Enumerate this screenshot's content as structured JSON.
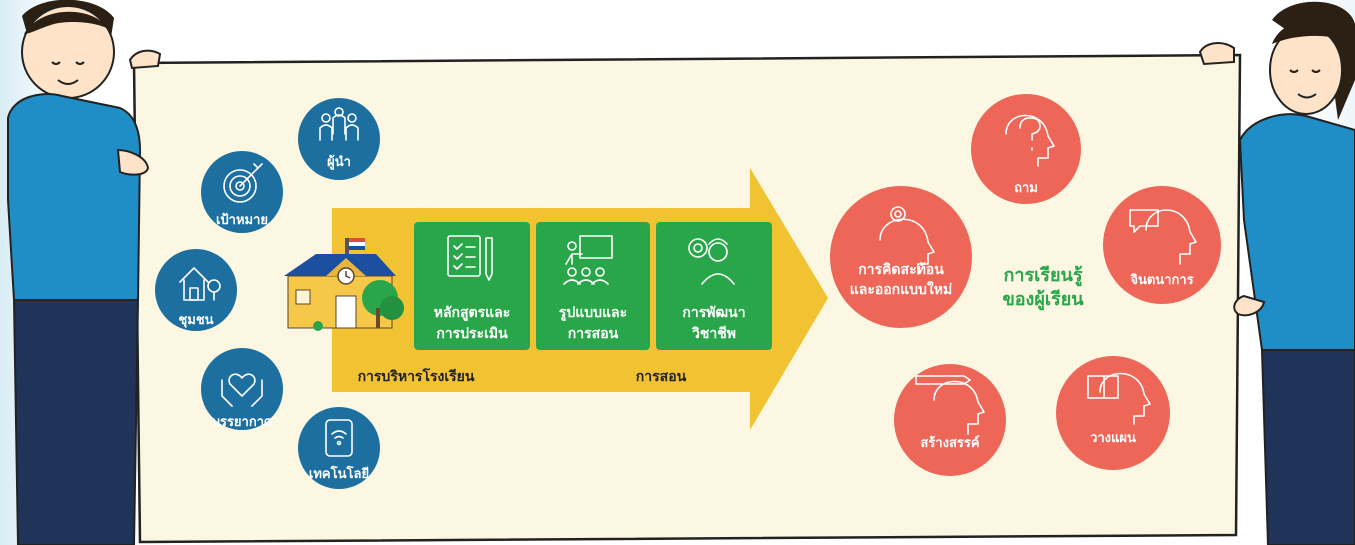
{
  "colors": {
    "board": "#fbf7e2",
    "arrow": "#f1c232",
    "blue_circle": "#1c6f9f",
    "green_box": "#2aa64a",
    "red_circle": "#ee6658",
    "green_text": "#2aa64a",
    "shirt": "#1f8ec6",
    "pants": "#1f3458"
  },
  "factors": [
    {
      "label": "ผู้นำ",
      "icon": "people-group-icon"
    },
    {
      "label": "เป้าหมาย",
      "icon": "target-icon"
    },
    {
      "label": "ชุมชน",
      "icon": "house-tree-icon"
    },
    {
      "label": "บรรยากาศ",
      "icon": "heart-hands-icon"
    },
    {
      "label": "เทคโนโลยี",
      "icon": "tablet-wifi-icon"
    }
  ],
  "steps": [
    {
      "line1": "หลักสูตรและ",
      "line2": "การประเมิน",
      "icon": "checklist-icon"
    },
    {
      "line1": "รูปแบบและ",
      "line2": "การสอน",
      "icon": "teacher-board-icon"
    },
    {
      "line1": "การพัฒนา",
      "line2": "วิชาชีพ",
      "icon": "gear-person-icon"
    }
  ],
  "arrow_labels": {
    "left": "การบริหารโรงเรียน",
    "right": "การสอน"
  },
  "center": {
    "line1": "การเรียนรู้",
    "line2": "ของผู้เรียน"
  },
  "outcomes": {
    "big": {
      "line1": "การคิดสะท้อน",
      "line2": "และออกแบบใหม่"
    },
    "items": [
      "ถาม",
      "จินตนาการ",
      "วางแผน",
      "สร้างสรรค์"
    ]
  }
}
